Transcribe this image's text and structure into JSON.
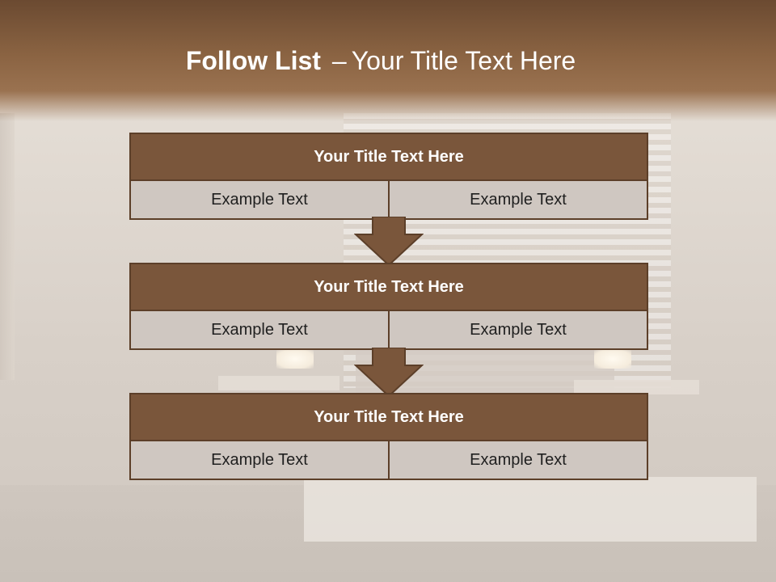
{
  "slide": {
    "title_bold": "Follow List",
    "title_separator": "–",
    "title_rest": "Your Title Text Here"
  },
  "blocks": [
    {
      "title": "Your Title Text Here",
      "left": "Example Text",
      "right": "Example Text"
    },
    {
      "title": "Your Title Text Here",
      "left": "Example Text",
      "right": "Example Text"
    },
    {
      "title": "Your Title Text Here",
      "left": "Example Text",
      "right": "Example Text"
    }
  ],
  "colors": {
    "header": "#8a6342",
    "block_head": "#7a563b",
    "border": "#5c3f29",
    "cell_bg": "#cfc7c1",
    "arrow": "#7a563b"
  },
  "icons": [
    "down-arrow-icon",
    "down-arrow-icon"
  ]
}
